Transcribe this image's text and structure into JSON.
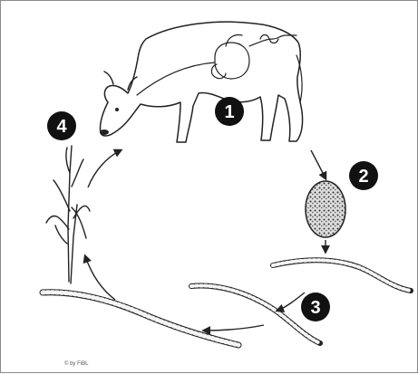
{
  "steps": [
    {
      "label": "1"
    },
    {
      "label": "2"
    },
    {
      "label": "3"
    },
    {
      "label": "4"
    }
  ],
  "credit": "© by FiBL",
  "colors": {
    "line": "#222222",
    "marker_fill": "#111111",
    "marker_text": "#ffffff",
    "frame": "#8a8a8a"
  }
}
